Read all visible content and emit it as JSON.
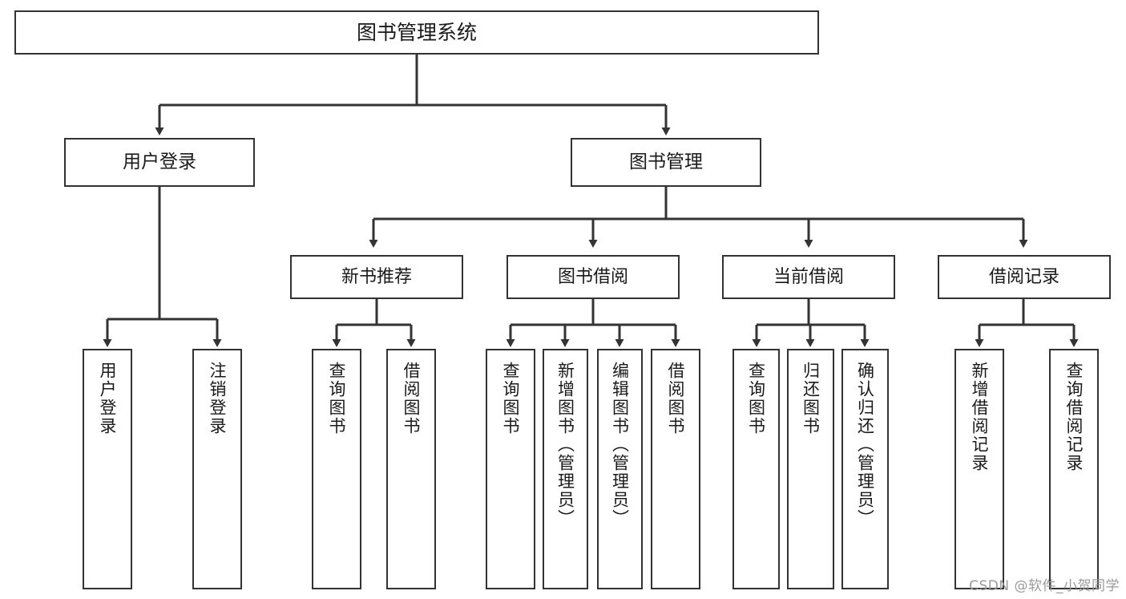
{
  "diagram": {
    "title": "图书管理系统",
    "watermark": "CSDN @软件_小贺同学",
    "colors": {
      "stroke": "#333333",
      "fill": "#ffffff",
      "text": "#1a1a1a",
      "watermark": "#9a9a9a"
    },
    "nodes": {
      "root": {
        "label": "图书管理系统"
      },
      "level2": [
        {
          "label": "用户登录"
        },
        {
          "label": "图书管理"
        }
      ],
      "level3": [
        {
          "label": "新书推荐"
        },
        {
          "label": "图书借阅"
        },
        {
          "label": "当前借阅"
        },
        {
          "label": "借阅记录"
        }
      ],
      "leaves": {
        "user_login": [
          {
            "label": "用户登录"
          },
          {
            "label": "注销登录"
          }
        ],
        "new_book": [
          {
            "label": "查询图书"
          },
          {
            "label": "借阅图书"
          }
        ],
        "book_borrow": [
          {
            "label": "查询图书"
          },
          {
            "label": "新增图书（管理员）"
          },
          {
            "label": "编辑图书（管理员）"
          },
          {
            "label": "借阅图书"
          }
        ],
        "current_borrow": [
          {
            "label": "查询图书"
          },
          {
            "label": "归还图书"
          },
          {
            "label": "确认归还（管理员）"
          }
        ],
        "borrow_record": [
          {
            "label": "新增借阅记录"
          },
          {
            "label": "查询借阅记录"
          }
        ]
      }
    }
  }
}
